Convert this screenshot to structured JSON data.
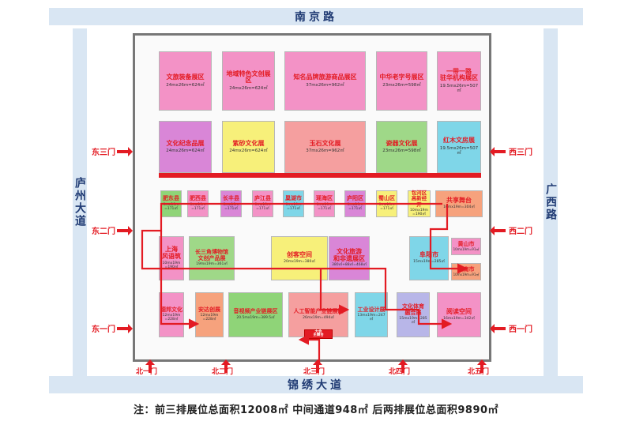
{
  "roads": {
    "north": "南京路",
    "south": "锦绣大道",
    "west": "庐州大道",
    "east": "广西路"
  },
  "gates": {
    "east3": "东三门",
    "east2": "东二门",
    "east1": "东一门",
    "west3": "西三门",
    "west2": "西二门",
    "west1": "西一门",
    "north3": "北三门",
    "north2": "北二门",
    "north1": "北一门",
    "north4": "北四门",
    "north5": "北五门"
  },
  "row1": [
    {
      "name": "文旅装备展区",
      "size": "24mx26m=624㎡",
      "color": "#f392c6"
    },
    {
      "name": "地域特色文创展区",
      "size": "24mx26m=624㎡",
      "color": "#f392c6"
    },
    {
      "name": "知名品牌旅游商品展区",
      "size": "37mx26m=962㎡",
      "color": "#f392c6"
    },
    {
      "name": "中华老字号展区",
      "size": "23mx26m=598㎡",
      "color": "#f392c6"
    },
    {
      "name": "一带一路\n驻华机构展区",
      "size": "19.5mx26m=507㎡",
      "color": "#f392c6"
    }
  ],
  "row2": [
    {
      "name": "文化纪念品展",
      "size": "24mx26m=624㎡",
      "color": "#d986d7"
    },
    {
      "name": "紫砂文化展",
      "size": "24mx26m=624㎡",
      "color": "#f7f07a"
    },
    {
      "name": "玉石文化展",
      "size": "37mx26m=962㎡",
      "color": "#f59f9f"
    },
    {
      "name": "瓷器文化展",
      "size": "23mx26m=598㎡",
      "color": "#9fd888"
    },
    {
      "name": "红木文房展",
      "size": "19.5mx26m=507㎡",
      "color": "#7fd6e8"
    }
  ],
  "row3": [
    {
      "name": "肥东县",
      "size": "9mx19m\n=171㎡",
      "color": "#8fd478"
    },
    {
      "name": "肥西县",
      "size": "9mx19m\n=171㎡",
      "color": "#f392c6"
    },
    {
      "name": "长丰县",
      "size": "9mx19m\n=171㎡",
      "color": "#d986d7"
    },
    {
      "name": "庐江县",
      "size": "9mx19m\n=171㎡",
      "color": "#f392c6"
    },
    {
      "name": "巢湖市",
      "size": "9mx19m\n=171㎡",
      "color": "#7fd6e8"
    },
    {
      "name": "瑶海区",
      "size": "9mx19m\n=171㎡",
      "color": "#f392c6"
    },
    {
      "name": "庐阳区",
      "size": "9mx19m\n=171㎡",
      "color": "#d986d7"
    },
    {
      "name": "蜀山区",
      "size": "9mx19m\n=171㎡",
      "color": "#f7f07a"
    },
    {
      "name": "包河区\n高新经开",
      "size": "10mx19m\n=190㎡",
      "color": "#f7f07a"
    },
    {
      "name": "共享舞台",
      "size": "16mx19m=304㎡",
      "color": "#f6a27d"
    }
  ],
  "row4": [
    {
      "name": "上海\n风语筑",
      "size": "10mx19m\n=190㎡",
      "color": "#f392c6"
    },
    {
      "name": "长三角博物馆\n文创产品展",
      "size": "19mx19m=361㎡",
      "color": "#9fd888"
    },
    {
      "name": "创客空间",
      "size": "20mx19m=380㎡",
      "color": "#f7f07a"
    },
    {
      "name": "文化旅游\n和非遗展区",
      "size": "380㎡+88㎡=468㎡",
      "color": "#d986d7"
    },
    {
      "name": "阜阳市",
      "size": "15mx19m=285㎡",
      "color": "#7fd6e8"
    },
    {
      "name": "黄山市",
      "size": "10mx19m=91㎡",
      "color": "#f392c6"
    },
    {
      "name": "淮南市",
      "size": "10mx19m=91㎡",
      "color": "#f6a27d"
    }
  ],
  "row5": [
    {
      "name": "德邦文化",
      "size": "12mx19m\n=228㎡",
      "color": "#f392c6"
    },
    {
      "name": "安达创展",
      "size": "12mx19m\n=228㎡",
      "color": "#f6a27d"
    },
    {
      "name": "音视频产业链展区",
      "size": "20.5mx19m=389.5㎡",
      "color": "#8fd478"
    },
    {
      "name": "人工智能产业链展区",
      "size": "26mx19m=494㎡",
      "color": "#f59f9f"
    },
    {
      "name": "工业设计展",
      "size": "13mx19m=247㎡",
      "color": "#7fd6e8"
    },
    {
      "name": "文化体育\n融合展",
      "size": "15mx19m=285㎡",
      "color": "#b8b6e8"
    },
    {
      "name": "阅读空间",
      "size": "16mx19m=342㎡",
      "color": "#f392c6"
    }
  ],
  "stage_label": "大会\n主舞台",
  "note": "注：前三排展位总面积12008㎡    中间通道948㎡    后两排展位总面积9890㎡"
}
